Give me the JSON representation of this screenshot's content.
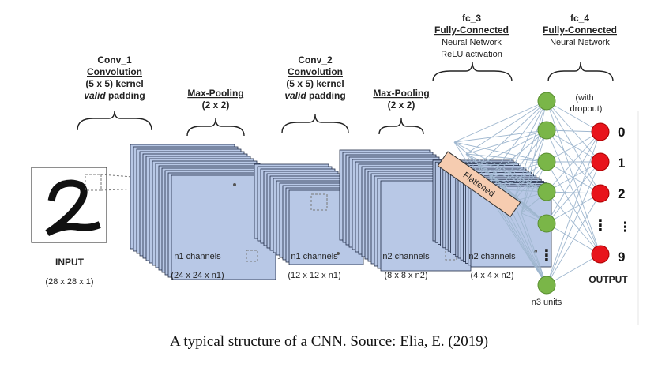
{
  "stages": {
    "conv1": {
      "name": "Conv_1",
      "type": "Convolution",
      "kernel": "(5 x 5) kernel",
      "padding_word": "valid",
      "padding_suffix": " padding"
    },
    "pool1": {
      "name": "Max-Pooling",
      "size": "(2 x 2)"
    },
    "conv2": {
      "name": "Conv_2",
      "type": "Convolution",
      "kernel": "(5 x 5) kernel",
      "padding_word": "valid",
      "padding_suffix": " padding"
    },
    "pool2": {
      "name": "Max-Pooling",
      "size": "(2 x 2)"
    },
    "fc3": {
      "name": "fc_3",
      "type": "Fully-Connected",
      "line1": "Neural Network",
      "line2": "ReLU activation"
    },
    "fc4": {
      "name": "fc_4",
      "type": "Fully-Connected",
      "line1": "Neural Network"
    }
  },
  "dropout_note": [
    "(with",
    "dropout)"
  ],
  "flattened_label": "Flattened",
  "bottom_labels": {
    "input": {
      "title": "INPUT",
      "dims": "(28 x 28 x 1)"
    },
    "layer1": {
      "title": "n1 channels",
      "dims": "(24 x 24 x n1)"
    },
    "layer2": {
      "title": "n1 channels",
      "dims": "(12 x 12 x n1)"
    },
    "layer3": {
      "title": "n2 channels",
      "dims": "(8 x 8 x n2)"
    },
    "layer4": {
      "title": "n2 channels",
      "dims": "(4 x 4 x n2)"
    },
    "hidden": {
      "title": "n3 units"
    },
    "output": {
      "title": "OUTPUT"
    }
  },
  "output_digits": [
    "0",
    "1",
    "2",
    "⋮",
    "9"
  ],
  "hidden_ellipsis": "⋮",
  "colors": {
    "feature_map_fill": "#b8c8e6",
    "feature_map_stroke": "#1f2a44",
    "hidden_node": "#7ab648",
    "output_node": "#e8141c",
    "flatten_fill": "#f6ccb0",
    "connection": "#9fb7cf"
  },
  "caption": "A typical structure of a CNN. Source: Elia, E. (2019)"
}
